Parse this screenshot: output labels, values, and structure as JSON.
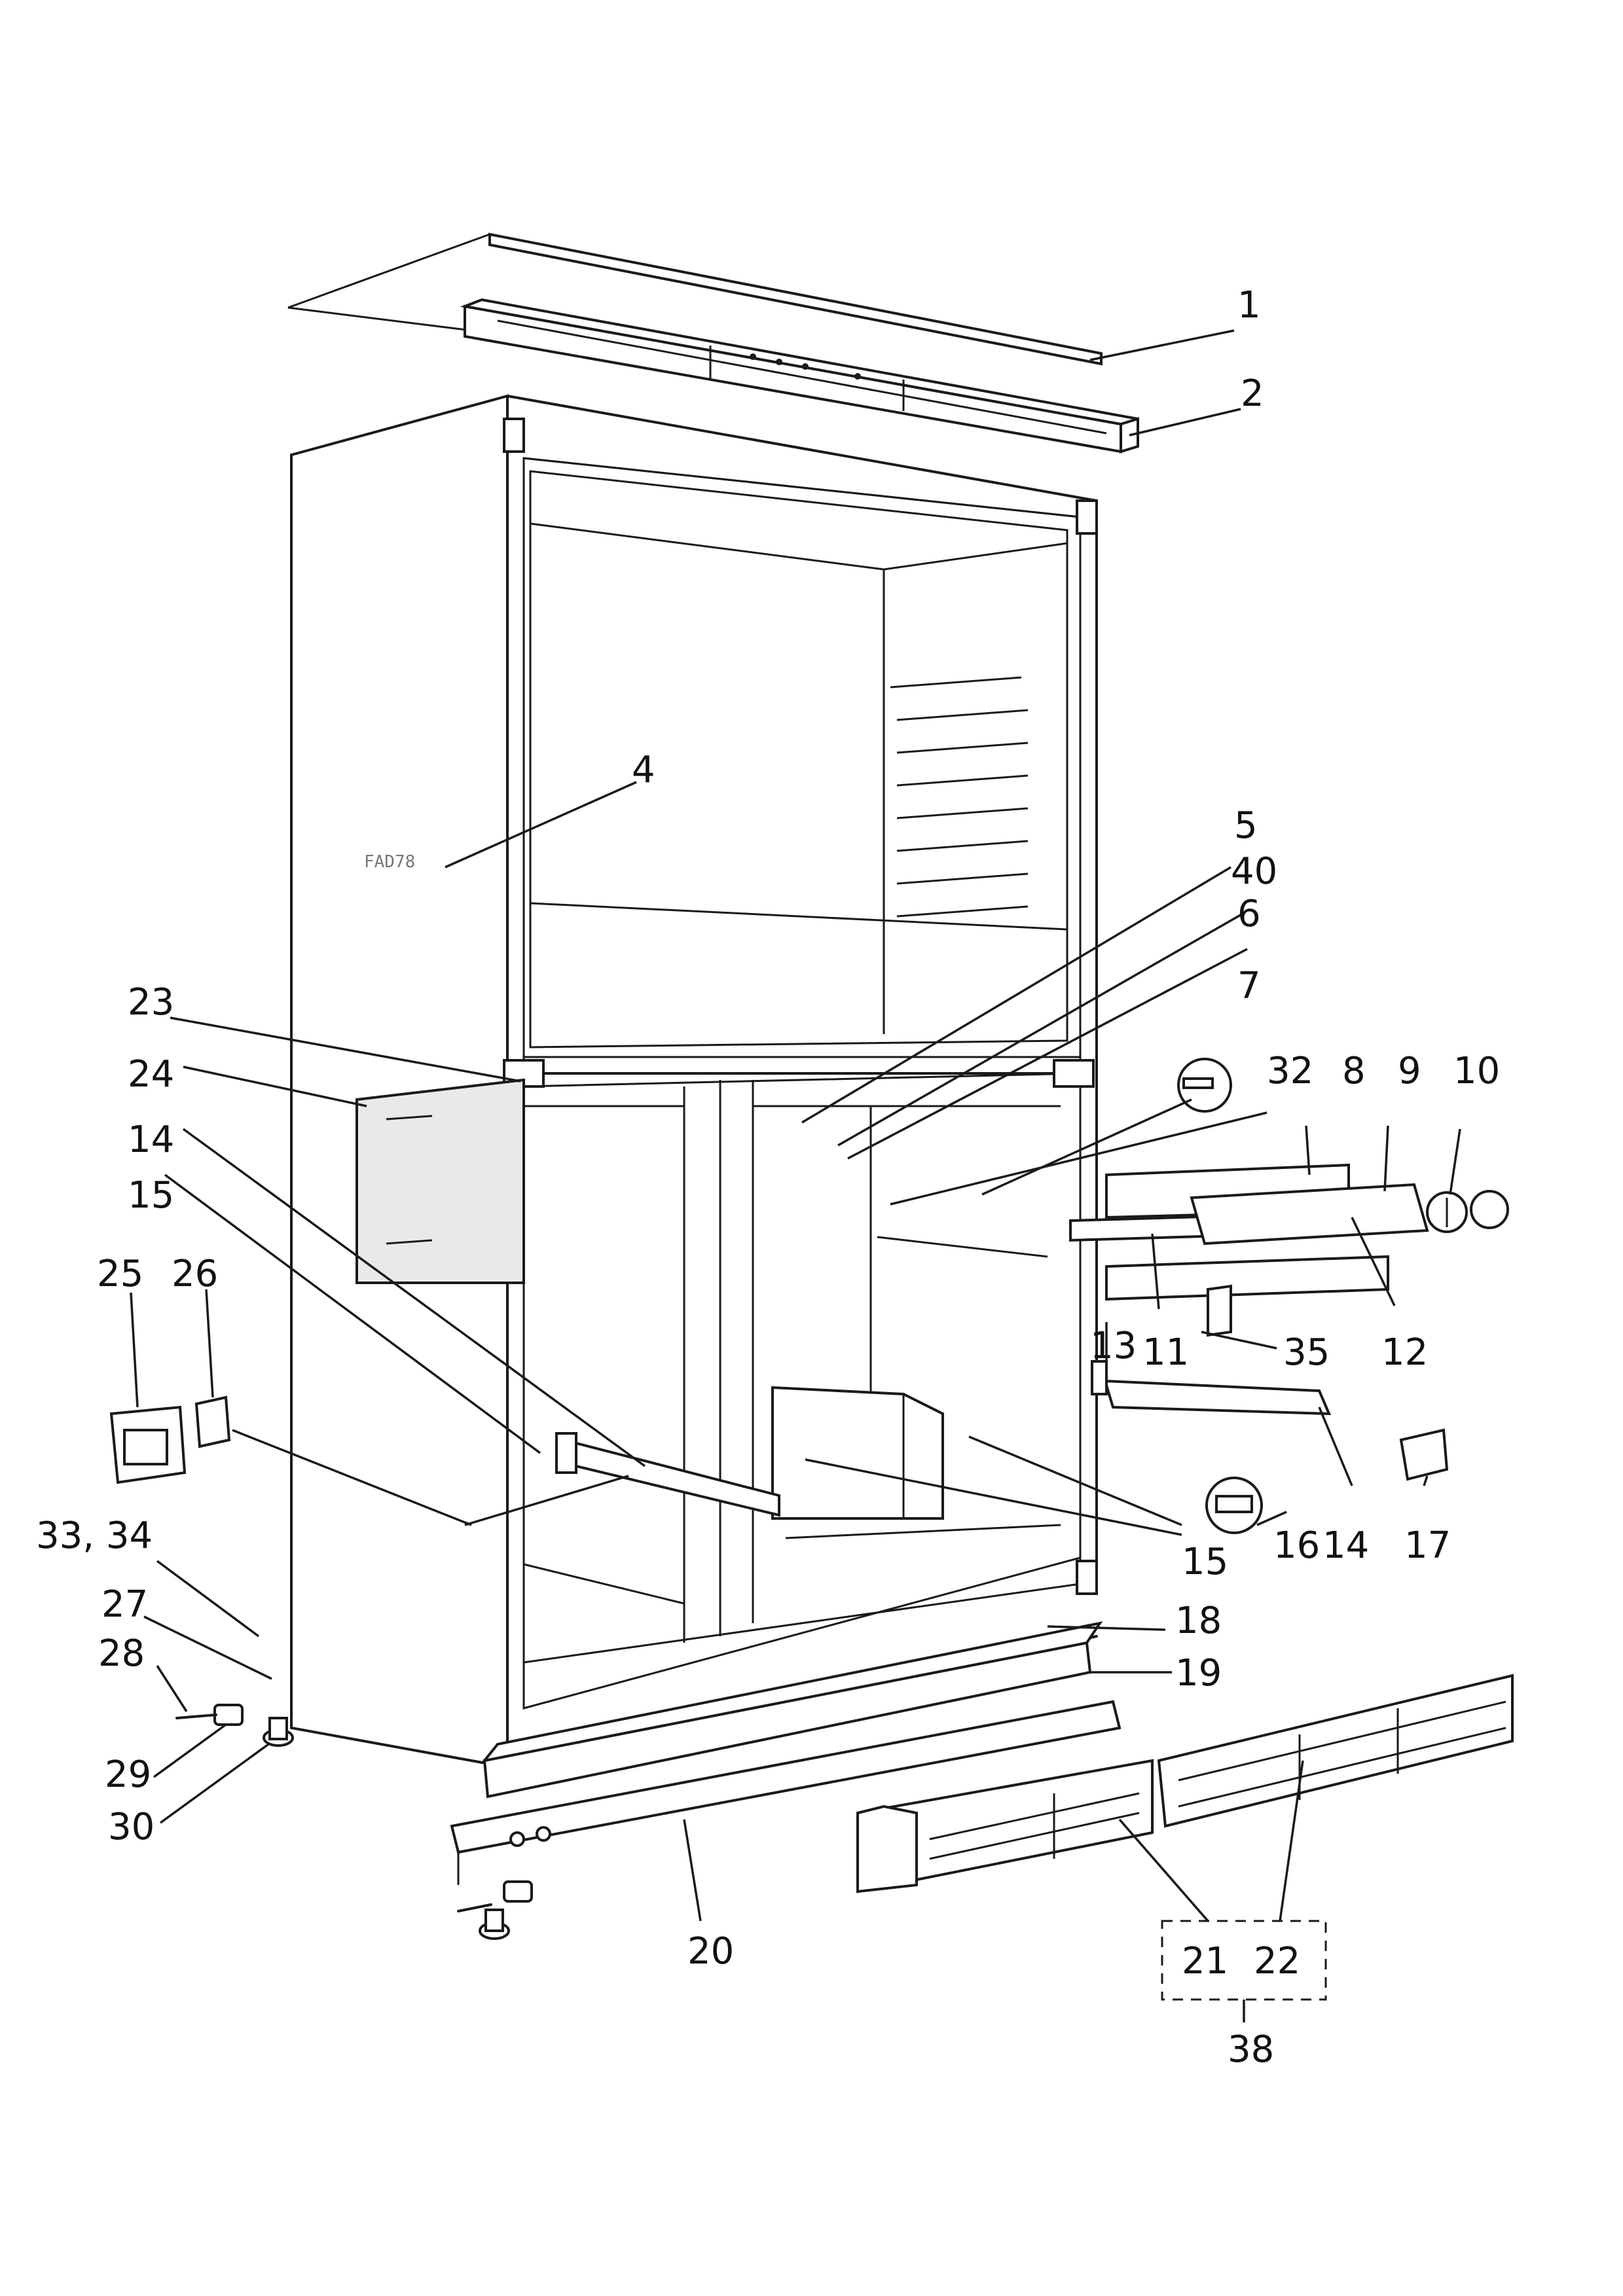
{
  "diagram": {
    "callouts": [
      {
        "id": "c1",
        "text": "1"
      },
      {
        "id": "c2",
        "text": "2"
      },
      {
        "id": "c4",
        "text": "4"
      },
      {
        "id": "c5",
        "text": "5"
      },
      {
        "id": "c40",
        "text": "40"
      },
      {
        "id": "c6",
        "text": "6"
      },
      {
        "id": "c7",
        "text": "7"
      },
      {
        "id": "c32",
        "text": "32"
      },
      {
        "id": "c8",
        "text": "8"
      },
      {
        "id": "c9",
        "text": "9"
      },
      {
        "id": "c10",
        "text": "10"
      },
      {
        "id": "c23",
        "text": "23"
      },
      {
        "id": "c24",
        "text": "24"
      },
      {
        "id": "c14a",
        "text": "14"
      },
      {
        "id": "c15a",
        "text": "15"
      },
      {
        "id": "c25",
        "text": "25"
      },
      {
        "id": "c26",
        "text": "26"
      },
      {
        "id": "c11",
        "text": "11"
      },
      {
        "id": "c35",
        "text": "35"
      },
      {
        "id": "c12",
        "text": "12"
      },
      {
        "id": "c13",
        "text": "13"
      },
      {
        "id": "c14b",
        "text": "14"
      },
      {
        "id": "c17",
        "text": "17"
      },
      {
        "id": "c16",
        "text": "16"
      },
      {
        "id": "c15b",
        "text": "15"
      },
      {
        "id": "c3334",
        "text": "33, 34"
      },
      {
        "id": "c27",
        "text": "27"
      },
      {
        "id": "c28",
        "text": "28"
      },
      {
        "id": "c18",
        "text": "18"
      },
      {
        "id": "c19",
        "text": "19"
      },
      {
        "id": "c29",
        "text": "29"
      },
      {
        "id": "c30",
        "text": "30"
      },
      {
        "id": "c20",
        "text": "20"
      },
      {
        "id": "c21",
        "text": "21"
      },
      {
        "id": "c22",
        "text": "22"
      },
      {
        "id": "c38",
        "text": "38"
      }
    ],
    "stamp_text": "FAD78"
  }
}
